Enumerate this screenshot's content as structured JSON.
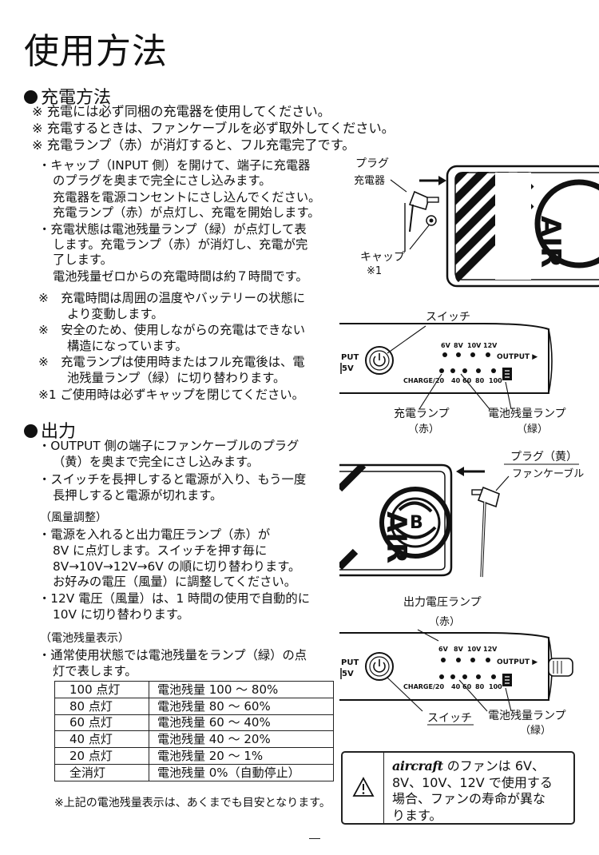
{
  "title": "使用方法",
  "charge": {
    "heading": "充電方法",
    "notes": [
      "※ 充電には必ず同梱の充電器を使用してください。",
      "※ 充電するときは、ファンケーブルを必ず取外してください。",
      "※ 充電ランプ（赤）が消灯すると、フル充電完了です。"
    ],
    "steps": [
      "・キャップ（INPUT 側）を開けて、端子に充電器",
      "のプラグを奥まで完全にさし込みます。",
      "充電器を電源コンセントにさし込んでください。",
      "充電ランプ（赤）が点灯し、充電を開始します。",
      "・充電状態は電池残量ランプ（緑）が点灯して表",
      "します。充電ランプ（赤）が消灯し、充電が完",
      "了します。",
      "電池残量ゼロからの充電時間は約７時間です。"
    ],
    "cautions": [
      "※　充電時間は周囲の温度やバッテリーの状態に",
      "より変動します。",
      "※　安全のため、使用しながらの充電はできない",
      "構造になっています。",
      "※　充電ランプは使用時またはフル充電後は、電",
      "池残量ランプ（緑）に切り替わります。",
      "※1 ご使用時は必ずキャップを閉じてください。"
    ],
    "fig1": {
      "plug": "プラグ",
      "charger": "充電器",
      "cap": "キャップ",
      "cap_note": "※1",
      "brand": "AIR"
    },
    "fig2": {
      "switch": "スイッチ",
      "input": "PUT",
      "input_v": "5V",
      "volts": [
        "6V",
        "8V",
        "10V",
        "12V"
      ],
      "output": "OUTPUT ▶",
      "charge": "CHARGE/20",
      "levels": [
        "40",
        "60",
        "80",
        "100"
      ],
      "lamp_charge": "充電ランプ",
      "lamp_charge_color": "（赤）",
      "lamp_battery": "電池残量ランプ",
      "lamp_battery_color": "（緑）"
    }
  },
  "output": {
    "heading": "出力",
    "steps": [
      "・OUTPUT 側の端子にファンケーブルのプラグ",
      "（黄）を奥まで完全にさし込みます。",
      "・スイッチを長押しすると電源が入り、もう一度",
      "長押しすると電源が切れます。"
    ],
    "wind_title": "（風量調整）",
    "wind": [
      "・電源を入れると出力電圧ランプ（赤）が",
      "8V に点灯します。スイッチを押す毎に",
      "8V→10V→12V→6V の順に切り替わります。",
      "お好みの電圧（風量）に調整してください。",
      "・12V 電圧（風量）は、1 時間の使用で自動的に",
      "10V に切り替わります。"
    ],
    "battery_title": "（電池残量表示）",
    "battery": [
      "・通常使用状態では電池残量をランプ（緑）の点",
      "灯で表します。"
    ],
    "table": [
      [
        "100 点灯",
        "電池残量 100 ～ 80%"
      ],
      [
        "80 点灯",
        "電池残量 80 ～ 60%"
      ],
      [
        "60 点灯",
        "電池残量 60 ～ 40%"
      ],
      [
        "40 点灯",
        "電池残量 40 ～ 20%"
      ],
      [
        "20 点灯",
        "電池残量 20 ～ 1%"
      ],
      [
        "全消灯",
        "電池残量 0%（自動停止）"
      ]
    ],
    "table_note": "※上記の電池残量表示は、あくまでも目安となります。",
    "fig3": {
      "plug": "プラグ（黄）",
      "cable": "ファンケーブル",
      "brand": "AIR"
    },
    "fig4": {
      "lamp_out": "出力電圧ランプ",
      "lamp_out_color": "（赤）",
      "input": "PUT",
      "input_v": "5V",
      "volts": [
        "6V",
        "8V",
        "10V",
        "12V"
      ],
      "output": "OUTPUT ▶",
      "charge": "CHARGE/20",
      "levels": [
        "40",
        "60",
        "80",
        "100"
      ],
      "switch": "スイッチ",
      "lamp_battery": "電池残量ランプ",
      "lamp_battery_color": "（緑）"
    }
  },
  "warning": {
    "brand": "aircraft",
    "lines": [
      "のファンは 6V、",
      "8V、10V、12V で使用する",
      "場合、ファンの寿命が異な",
      "ります。"
    ]
  }
}
